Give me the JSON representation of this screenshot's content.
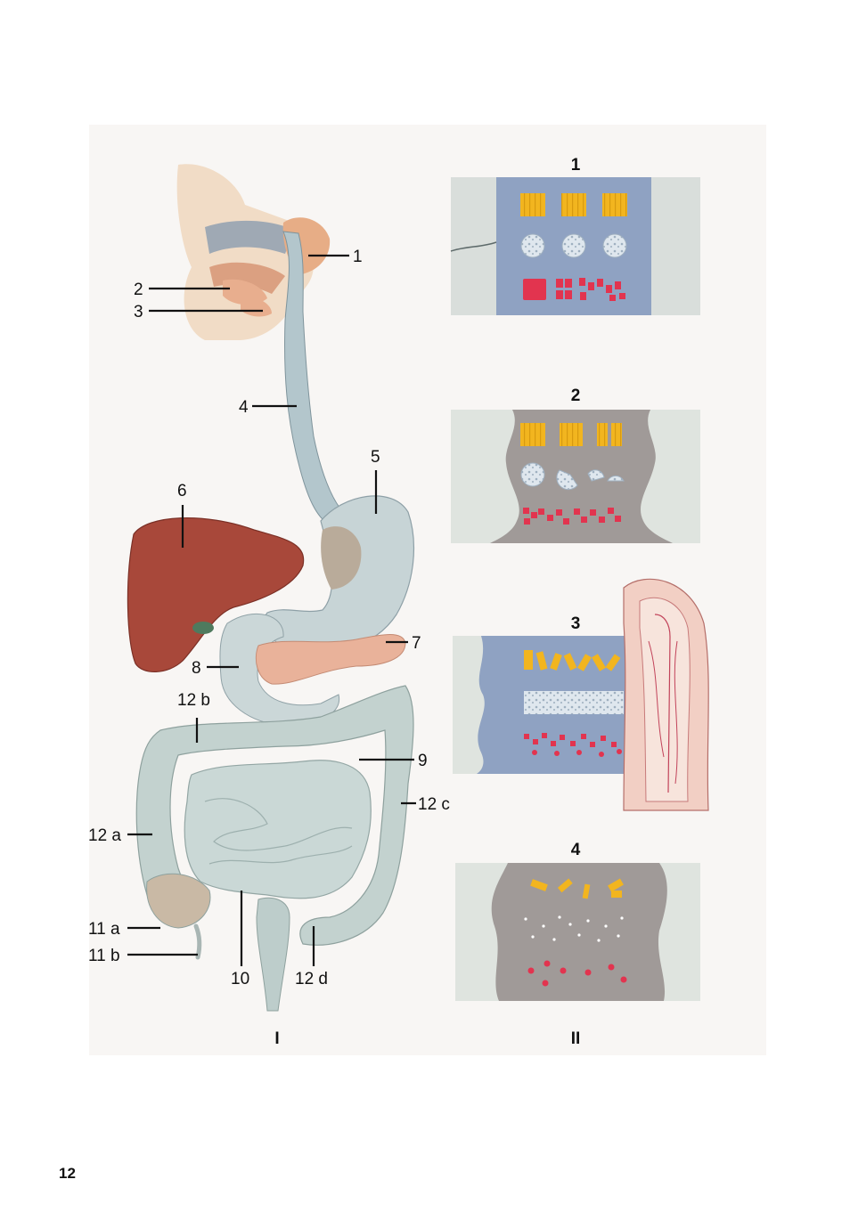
{
  "page_number": "12",
  "left_panel": {
    "roman": "I",
    "labels": [
      "1",
      "2",
      "3",
      "4",
      "5",
      "6",
      "7",
      "8",
      "9",
      "10",
      "11 a",
      "11 b",
      "12 a",
      "12 b",
      "12 c",
      "12 d"
    ]
  },
  "right_panel": {
    "roman": "II",
    "panels": [
      "1",
      "2",
      "3",
      "4"
    ]
  },
  "colors": {
    "liver": "#a8483a",
    "gut": "#c6d5d3",
    "pancreas": "#e9b29a",
    "panel_blue": "#8fa2c2",
    "panel_grey": "#a09a98",
    "starch_yellow": "#f2b51f",
    "protein_red": "#e2344f"
  }
}
